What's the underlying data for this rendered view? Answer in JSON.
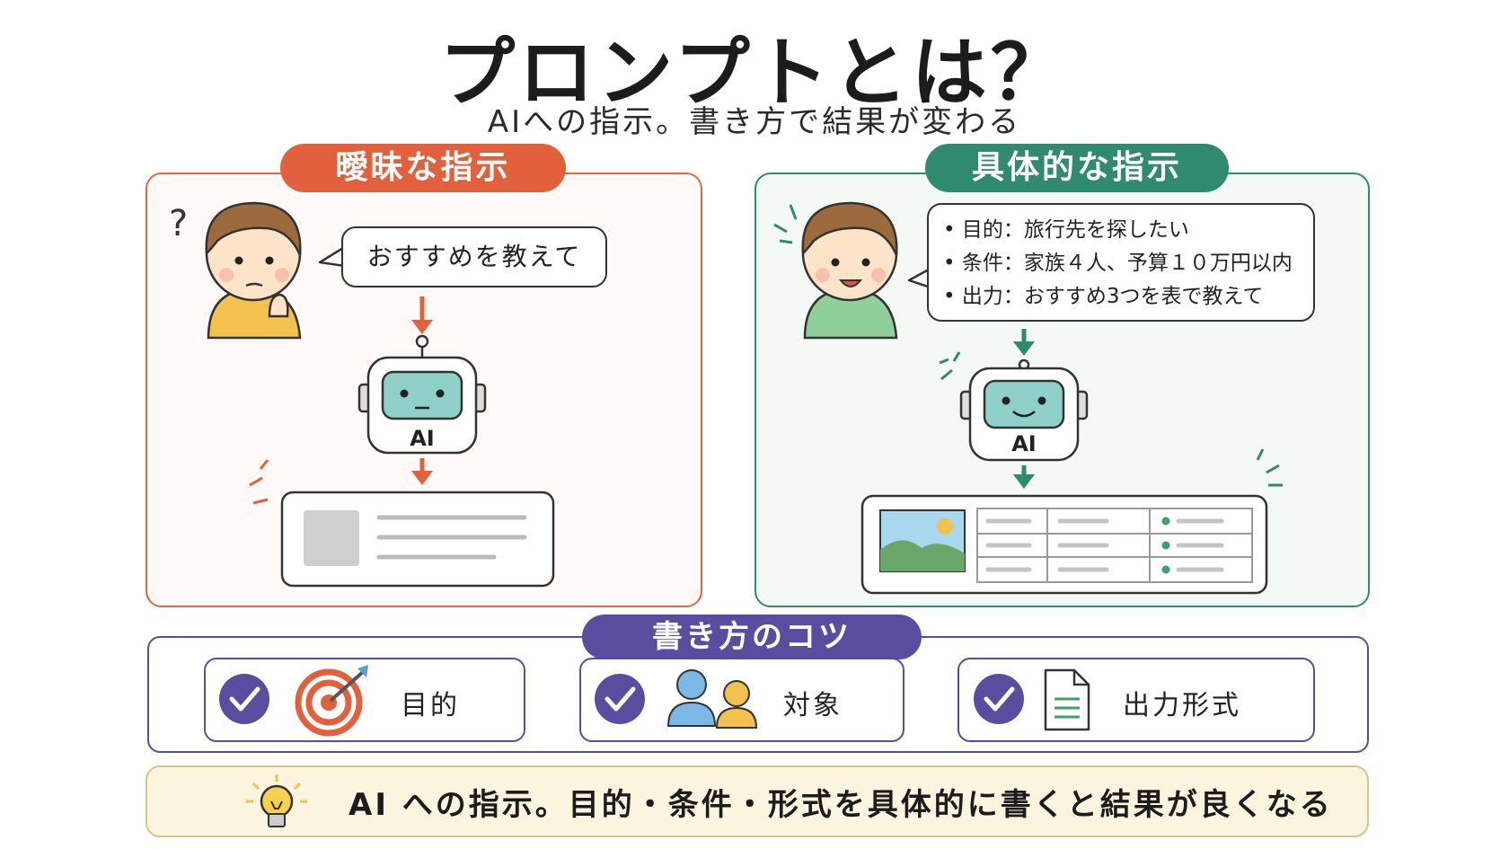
{
  "title": "プロンプトとは？",
  "subtitle": "AIへの指示。書き方で結果が変わる",
  "left_panel": {
    "heading": "曖昧な指示",
    "speech": "おすすめを教えて",
    "robot_label": "AI",
    "accent": "#e2603b"
  },
  "right_panel": {
    "heading": "具体的な指示",
    "speech_lines": [
      "• 目的：旅行先を探したい",
      "• 条件：家族４人、予算１０万円以内",
      "• 出力：おすすめ3つを表で教えて"
    ],
    "robot_label": "AI",
    "accent": "#2f8a6e"
  },
  "tips": {
    "heading": "書き方のコツ",
    "items": [
      {
        "label": "目的",
        "icon": "target-icon"
      },
      {
        "label": "対象",
        "icon": "people-icon"
      },
      {
        "label": "出力形式",
        "icon": "document-icon"
      }
    ],
    "accent": "#5a4da0"
  },
  "summary": {
    "text": "AI への指示。目的・条件・形式を具体的に書くと結果が良くなる",
    "icon": "lightbulb-icon"
  }
}
